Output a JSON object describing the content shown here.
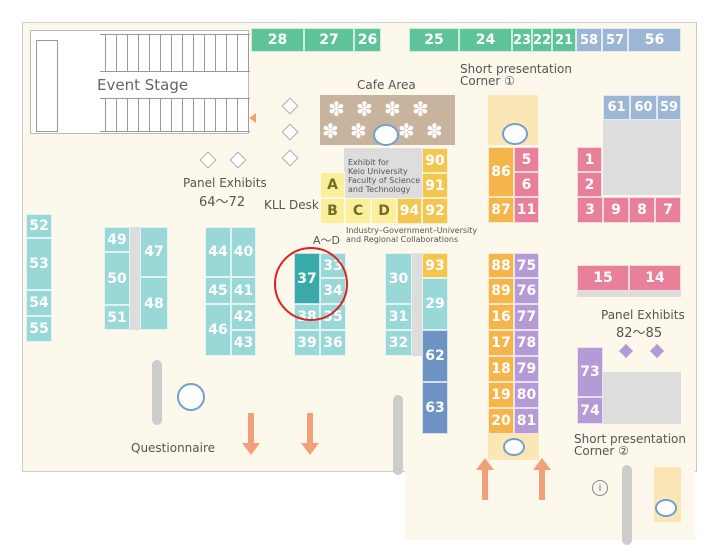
{
  "labels": {
    "event_stage": "Event Stage",
    "cafe_area": "Cafe Area",
    "short_presentation_1": "Short presentation",
    "corner_1": "Corner ①",
    "short_presentation_2": "Short presentation",
    "corner_2": "Corner ②",
    "panel_exhibits_64_72": "Panel Exhibits",
    "panel_range_64_72": "64〜72",
    "panel_exhibits_82_85": "Panel Exhibits",
    "panel_range_82_85": "82〜85",
    "kll_desk": "KLL Desk",
    "exhibit_keio_1": "Exhibit for",
    "exhibit_keio_2": "Keio University",
    "exhibit_keio_3": "Faculty of Science",
    "exhibit_keio_4": "and Technology",
    "a_to_d": "A〜D",
    "industry_1": "Industry–Government–University",
    "industry_2": "and Regional Collaborations",
    "questionnaire": "Questionnaire",
    "info_icon": "i"
  },
  "booths": {
    "b28": "28",
    "b27": "27",
    "b26": "26",
    "b25": "25",
    "b24": "24",
    "b23": "23",
    "b22": "22",
    "b21": "21",
    "b58": "58",
    "b57": "57",
    "b56": "56",
    "b61": "61",
    "b60": "60",
    "b59": "59",
    "b1": "1",
    "b2": "2",
    "b3": "3",
    "b9": "9",
    "b8": "8",
    "b7": "7",
    "b15": "15",
    "b14": "14",
    "b73": "73",
    "b74": "74",
    "b90": "90",
    "b91": "91",
    "b92": "92",
    "b94": "94",
    "bA": "A",
    "bB": "B",
    "bC": "C",
    "bD": "D",
    "b86": "86",
    "b87": "87",
    "b5": "5",
    "b6": "6",
    "b11": "11",
    "b93": "93",
    "b29": "29",
    "b62": "62",
    "b63": "63",
    "b30": "30",
    "b31": "31",
    "b32": "32",
    "b88": "88",
    "b89": "89",
    "b16": "16",
    "b17": "17",
    "b18": "18",
    "b19": "19",
    "b20": "20",
    "b75": "75",
    "b76": "76",
    "b77": "77",
    "b78": "78",
    "b79": "79",
    "b80": "80",
    "b81": "81",
    "b37": "37",
    "b33": "33",
    "b34": "34",
    "b38": "38",
    "b35": "35",
    "b39": "39",
    "b36": "36",
    "b44": "44",
    "b40": "40",
    "b45": "45",
    "b41": "41",
    "b46": "46",
    "b42": "42",
    "b43": "43",
    "b49": "49",
    "b47": "47",
    "b50": "50",
    "b48": "48",
    "b51": "51",
    "b52": "52",
    "b53": "53",
    "b54": "54",
    "b55": "55"
  },
  "colors": {
    "teal": "#9ad7d7",
    "teal_highlight": "#3aa9a9",
    "green": "#5fc39a",
    "blue": "#9cb6d4",
    "blue_dark": "#6c93c2",
    "yellow": "#f3c64f",
    "orange": "#f5b54b",
    "purple": "#b59bd6",
    "pink": "#e8809a",
    "highlight_ring": "#dd2222"
  }
}
